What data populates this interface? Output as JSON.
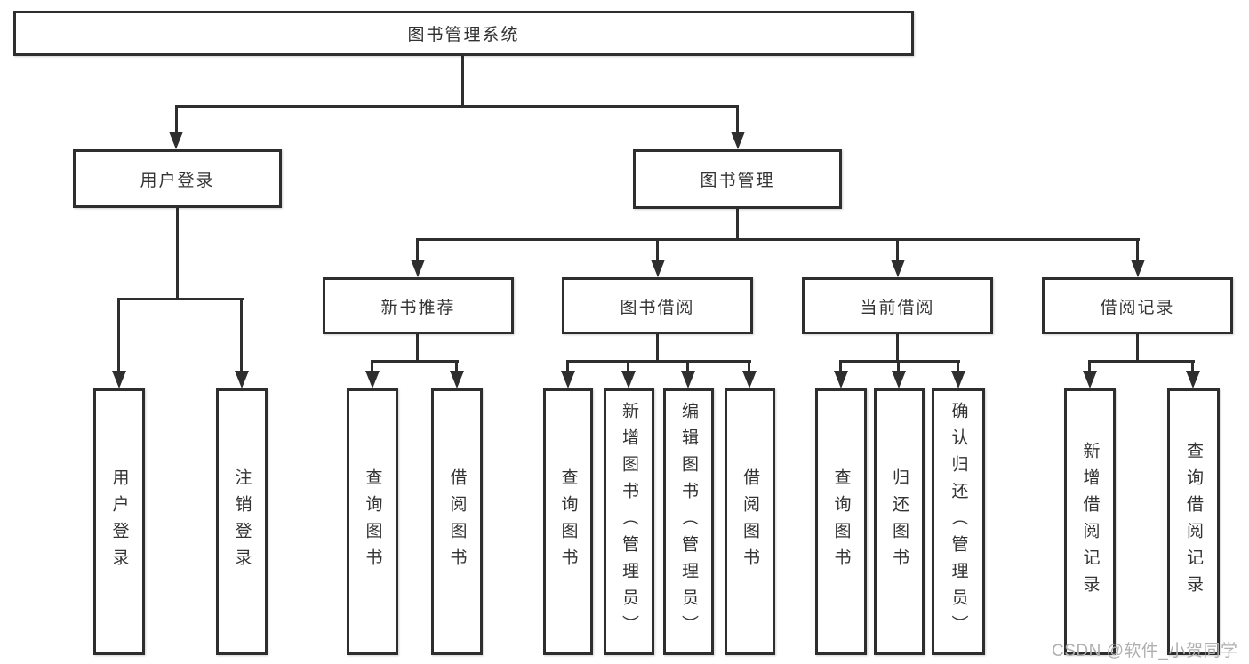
{
  "diagram": {
    "root": "图书管理系统",
    "branches": [
      {
        "label": "用户登录",
        "leaves": [
          "用户登录",
          "注销登录"
        ]
      },
      {
        "label": "图书管理",
        "sections": [
          {
            "label": "新书推荐",
            "leaves": [
              "查询图书",
              "借阅图书"
            ]
          },
          {
            "label": "图书借阅",
            "leaves": [
              "查询图书",
              "新增图书（管理员）",
              "编辑图书（管理员）",
              "借阅图书"
            ]
          },
          {
            "label": "当前借阅",
            "leaves": [
              "查询图书",
              "归还图书",
              "确认归还（管理员）"
            ]
          },
          {
            "label": "借阅记录",
            "leaves": [
              "新增借阅记录",
              "查询借阅记录"
            ]
          }
        ]
      }
    ],
    "watermark": "CSDN @软件_小贺同学",
    "colors": {
      "line": "#2e2e2e",
      "text": "#333333",
      "watermark": "#b0b0b0",
      "background": "#ffffff"
    }
  }
}
